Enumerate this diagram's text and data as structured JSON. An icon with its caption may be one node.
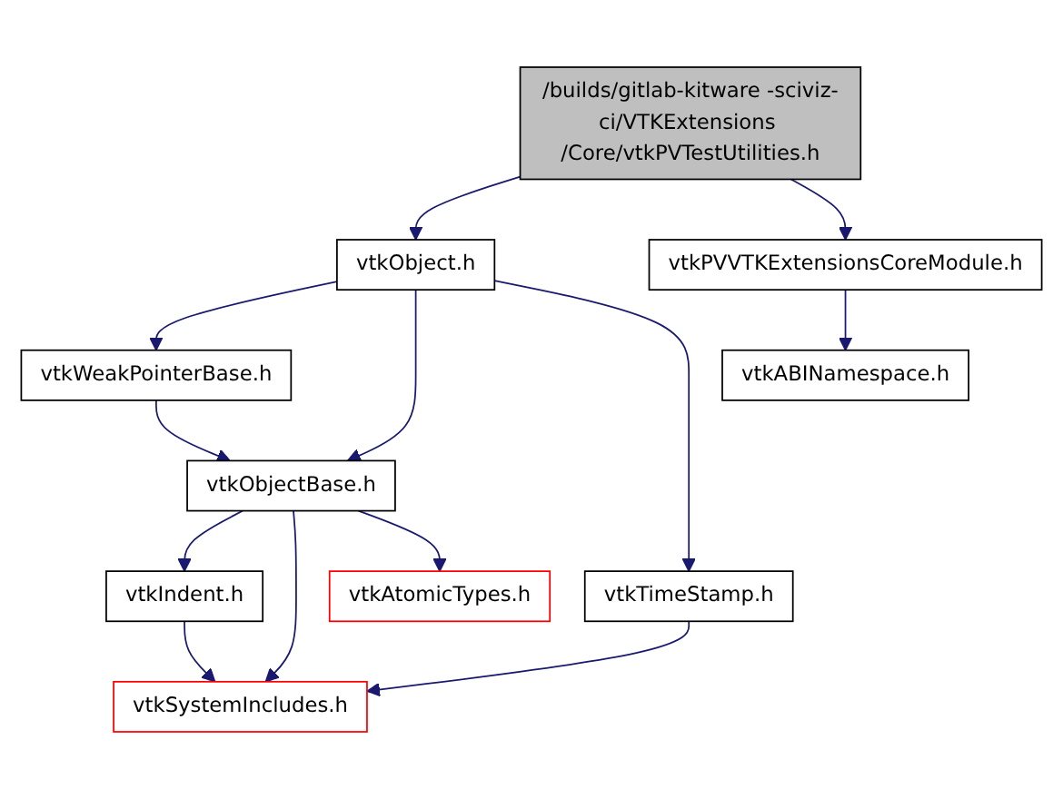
{
  "diagram": {
    "nodes": [
      {
        "text": [
          "/builds/gitlab-kitware -sciviz-ci/VTKExtensions /Core/vtkPVTestUtilities.h"
        ]
      },
      {
        "text": [
          "vtkObject.h"
        ]
      },
      {
        "text": [
          "vtkPVVTKExtensionsCoreModule.h"
        ]
      },
      {
        "text": [
          "vtkWeakPointerBase.h"
        ]
      },
      {
        "text": [
          "vtkABINamespace.h"
        ]
      },
      {
        "text": [
          "vtkObjectBase.h"
        ]
      },
      {
        "text": [
          "vtkTimeStamp.h"
        ]
      },
      {
        "text": [
          "vtkIndent.h"
        ]
      },
      {
        "text": [
          "vtkAtomicTypes.h"
        ]
      },
      {
        "text": [
          "vtkSystemIncludes.h"
        ]
      }
    ],
    "edges": [
      {
        "from": 0,
        "to": 1,
        "arrow": "to"
      },
      {
        "from": 0,
        "to": 2,
        "arrow": "to"
      },
      {
        "from": 1,
        "to": 3,
        "arrow": "to"
      },
      {
        "from": 1,
        "to": 5,
        "arrow": "to"
      },
      {
        "from": 1,
        "to": 6,
        "arrow": "to"
      },
      {
        "from": 2,
        "to": 4,
        "arrow": "to"
      },
      {
        "from": 3,
        "to": 5,
        "arrow": "to"
      },
      {
        "from": 5,
        "to": 7,
        "arrow": "to"
      },
      {
        "from": 5,
        "to": 9,
        "arrow": "to"
      },
      {
        "from": 5,
        "to": 8,
        "arrow": "to"
      },
      {
        "from": 7,
        "to": 9,
        "arrow": "to"
      },
      {
        "from": 6,
        "to": 9,
        "arrow": "to"
      }
    ]
  }
}
